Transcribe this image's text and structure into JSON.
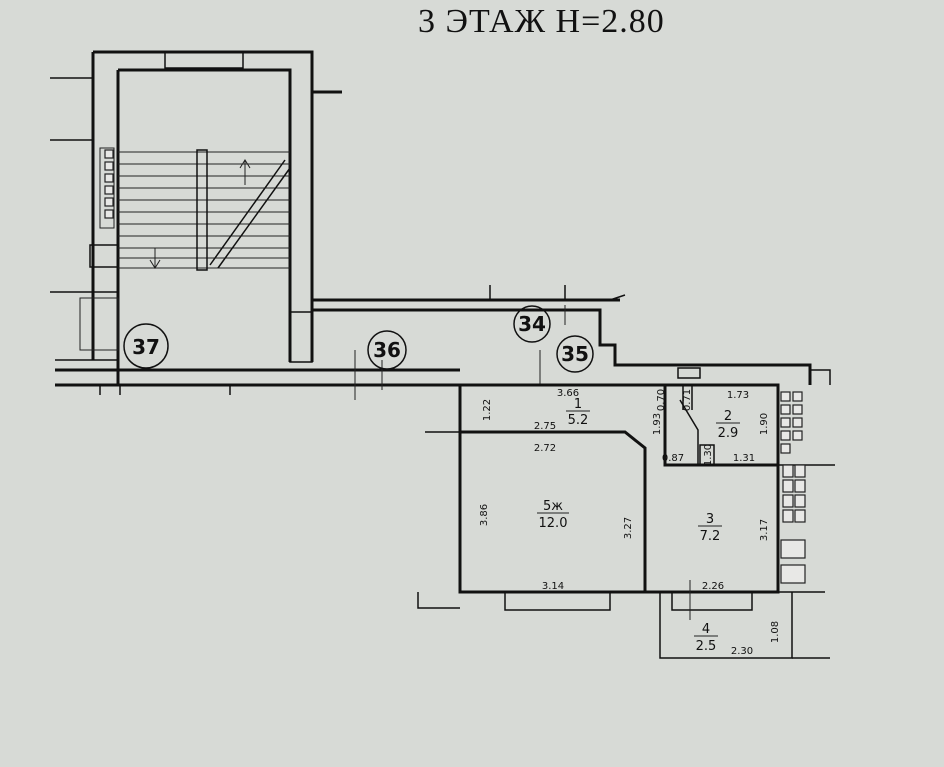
{
  "title": "3 ЭТАЖ  Н=2.80",
  "units": [
    {
      "id": "37",
      "label": "37"
    },
    {
      "id": "36",
      "label": "36"
    },
    {
      "id": "34",
      "label": "34"
    },
    {
      "id": "35",
      "label": "35"
    }
  ],
  "rooms": [
    {
      "num": "1",
      "area": "5.2"
    },
    {
      "num": "2",
      "area": "2.9"
    },
    {
      "num": "5ж",
      "area": "12.0"
    },
    {
      "num": "3",
      "area": "7.2"
    },
    {
      "num": "4",
      "area": "2.5"
    }
  ],
  "dimensions": {
    "d366": "3.66",
    "d173": "1.73",
    "d122": "1.22",
    "d070": "0.70",
    "d071": "0.71",
    "d193": "1.93",
    "d190": "1.90",
    "d275": "2.75",
    "d272": "2.72",
    "d087": "0.87",
    "d130": "1.30",
    "d131": "1.31",
    "d386": "3.86",
    "d327": "3.27",
    "d317": "3.17",
    "d314": "3.14",
    "d226": "2.26",
    "d230": "2.30",
    "d108": "1.08"
  }
}
